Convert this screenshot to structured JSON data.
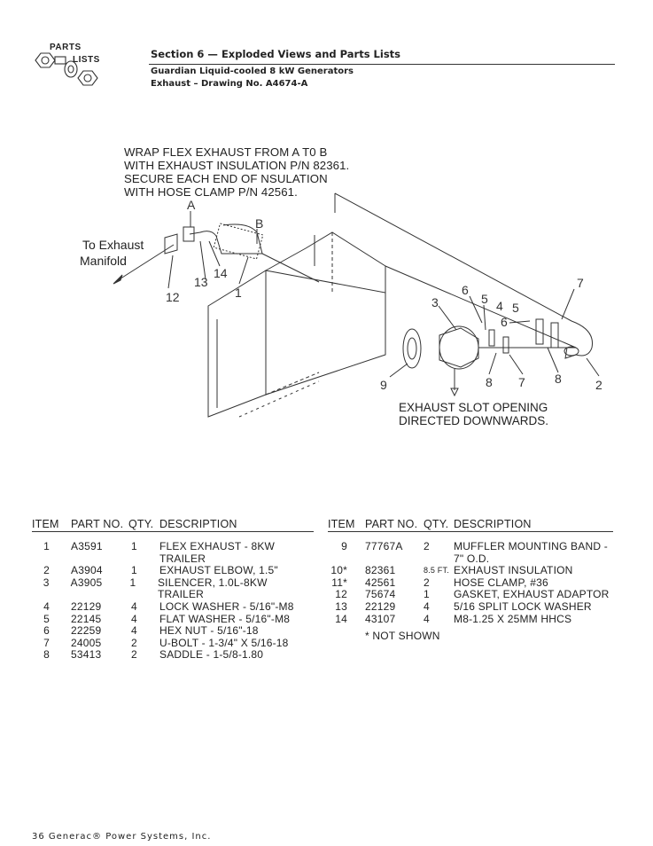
{
  "header": {
    "logo_top": "PARTS",
    "logo_bottom": "LISTS",
    "section_title": "Section 6 — Exploded Views and Parts Lists",
    "subtitle_1": "Guardian Liquid-cooled 8 kW Generators",
    "subtitle_2": "Exhaust – Drawing No. A4674-A"
  },
  "drawing": {
    "note": [
      "WRAP FLEX EXHAUST FROM A T0 B",
      "WITH EXHAUST INSULATION P/N 82361.",
      "SECURE EACH END OF  NSULATION",
      "WITH HOSE CLAMP P/N 42561."
    ],
    "to_exhaust": "To Exhaust",
    "manifold": "Manifold",
    "slot_note": [
      "EXHAUST SLOT OPENING",
      "DIRECTED DOWNWARDS."
    ],
    "callouts": {
      "A": "A",
      "B": "B",
      "c12": "12",
      "c13": "13",
      "c14": "14",
      "c1": "1",
      "c3": "3",
      "c6a": "6",
      "c5a": "5",
      "c4": "4",
      "c5b": "5",
      "c6b": "6",
      "c7a": "7",
      "c9": "9",
      "c8a": "8",
      "c7b": "7",
      "c8b": "8",
      "c2": "2"
    }
  },
  "table": {
    "headers": [
      "ITEM",
      "PART NO.",
      "QTY.",
      "DESCRIPTION"
    ],
    "left_rows": [
      {
        "item": "1",
        "part": "A3591",
        "qty": "1",
        "desc": [
          "FLEX EXHAUST - 8KW",
          "TRAILER"
        ]
      },
      {
        "item": "2",
        "part": "A3904",
        "qty": "1",
        "desc": [
          "EXHAUST ELBOW, 1.5\""
        ]
      },
      {
        "item": "3",
        "part": "A3905",
        "qty": "1",
        "desc": [
          "SILENCER, 1.0L-8KW TRAILER"
        ]
      },
      {
        "item": "4",
        "part": "22129",
        "qty": "4",
        "desc": [
          "LOCK WASHER - 5/16\"-M8"
        ]
      },
      {
        "item": "5",
        "part": "22145",
        "qty": "4",
        "desc": [
          "FLAT WASHER - 5/16\"-M8"
        ]
      },
      {
        "item": "6",
        "part": "22259",
        "qty": "4",
        "desc": [
          "HEX NUT - 5/16\"-18"
        ]
      },
      {
        "item": "7",
        "part": "24005",
        "qty": "2",
        "desc": [
          "U-BOLT - 1-3/4\" X 5/16-18"
        ]
      },
      {
        "item": "8",
        "part": "53413",
        "qty": "2",
        "desc": [
          "SADDLE - 1-5/8-1.80"
        ]
      }
    ],
    "right_rows": [
      {
        "item": "9",
        "part": "77767A",
        "qty": "2",
        "desc": [
          "MUFFLER MOUNTING BAND -",
          "7\" O.D."
        ]
      },
      {
        "item": "10*",
        "part": "82361",
        "qty": "8.5 FT.",
        "desc": [
          "EXHAUST INSULATION"
        ]
      },
      {
        "item": "11*",
        "part": "42561",
        "qty": "2",
        "desc": [
          "HOSE CLAMP, #36"
        ]
      },
      {
        "item": "12",
        "part": "75674",
        "qty": "1",
        "desc": [
          "GASKET, EXHAUST ADAPTOR"
        ]
      },
      {
        "item": "13",
        "part": "22129",
        "qty": "4",
        "desc": [
          "5/16 SPLIT LOCK WASHER"
        ]
      },
      {
        "item": "14",
        "part": "43107",
        "qty": "4",
        "desc": [
          "M8-1.25 X 25MM HHCS"
        ]
      }
    ],
    "footnote": "* NOT SHOWN"
  },
  "footer": {
    "text": "36  Generac® Power Systems, Inc."
  }
}
